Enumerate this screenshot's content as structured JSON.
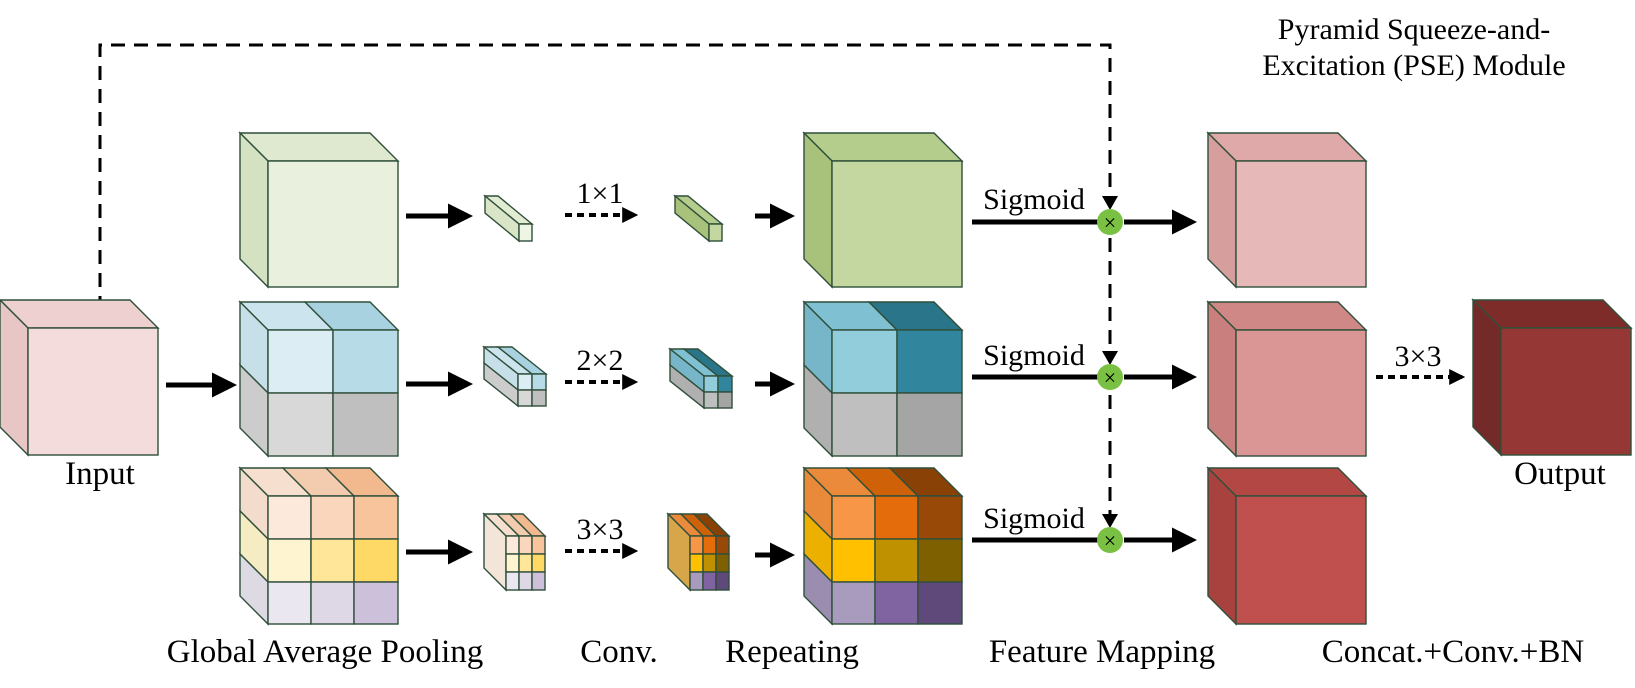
{
  "title": {
    "line1": "Pyramid  Squeeze-and-",
    "line2": "Excitation (PSE) Module"
  },
  "labels": {
    "input": "Input",
    "output": "Output",
    "gap": "Global Average Pooling",
    "conv": "Conv.",
    "repeating": "Repeating",
    "feature_mapping": "Feature Mapping",
    "concat": "Concat.+Conv.+BN"
  },
  "branches": [
    {
      "conv_op": "1×1",
      "activation": "Sigmoid",
      "multiply": "×"
    },
    {
      "conv_op": "2×2",
      "activation": "Sigmoid",
      "multiply": "×"
    },
    {
      "conv_op": "3×3",
      "activation": "Sigmoid",
      "multiply": "×"
    }
  ],
  "final_op": "3×3",
  "colors": {
    "input": "#f4dcdc",
    "branch1_light": "#e9f1de",
    "branch1_dark": "#c4d7a0",
    "branch2_light": [
      "#dcedf4",
      "#b7dce8",
      "#d8d8d8",
      "#bfbfbf"
    ],
    "branch2_dark": [
      "#92cddc",
      "#31859c",
      "#bfbfbf",
      "#a5a5a5"
    ],
    "branch3_light": [
      "#fce9dc",
      "#f9d6bc",
      "#f8c49c",
      "#fff4d0",
      "#ffe699",
      "#ffd966",
      "#ebe7f0",
      "#ded8e6",
      "#ccc0da"
    ],
    "branch3_dark": [
      "#f79646",
      "#e46c0a",
      "#984807",
      "#ffc000",
      "#bf9000",
      "#7f6000",
      "#a99bbd",
      "#8064a2",
      "#5f497a"
    ],
    "out_pink1": "#e6b9b8",
    "out_pink2": "#d99694",
    "out_red": "#c0504d",
    "output": "#953735",
    "multiply_node": "#7ac143"
  }
}
